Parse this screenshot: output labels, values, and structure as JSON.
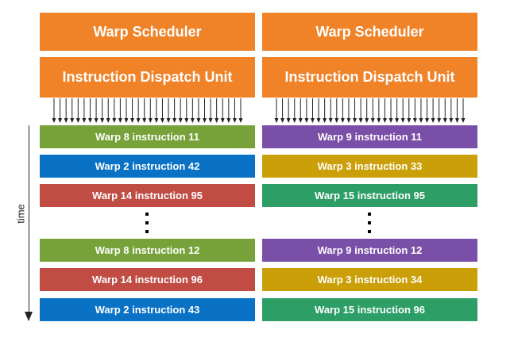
{
  "left": {
    "scheduler": "Warp Scheduler",
    "dispatch": "Instruction Dispatch Unit",
    "rows": [
      {
        "label": "Warp 8 instruction 11",
        "color": "#77A23A"
      },
      {
        "label": "Warp 2 instruction 42",
        "color": "#0A72C5"
      },
      {
        "label": "Warp 14 instruction 95",
        "color": "#C04C44"
      },
      {
        "label": "Warp 8 instruction 12",
        "color": "#77A23A"
      },
      {
        "label": "Warp 14 instruction 96",
        "color": "#C04C44"
      },
      {
        "label": "Warp 2 instruction 43",
        "color": "#0A72C5"
      }
    ]
  },
  "right": {
    "scheduler": "Warp Scheduler",
    "dispatch": "Instruction Dispatch Unit",
    "rows": [
      {
        "label": "Warp 9 instruction 11",
        "color": "#7A4FA8"
      },
      {
        "label": "Warp 3 instruction 33",
        "color": "#CB9F08"
      },
      {
        "label": "Warp 15 instruction 95",
        "color": "#2C9E66"
      },
      {
        "label": "Warp 9 instruction 12",
        "color": "#7A4FA8"
      },
      {
        "label": "Warp 3 instruction 34",
        "color": "#CB9F08"
      },
      {
        "label": "Warp 15 instruction 96",
        "color": "#2C9E66"
      }
    ]
  },
  "axis": {
    "label": "time"
  },
  "colors": {
    "header": "#F08228",
    "arrow": "#222222",
    "text": "#FFFFFF"
  }
}
